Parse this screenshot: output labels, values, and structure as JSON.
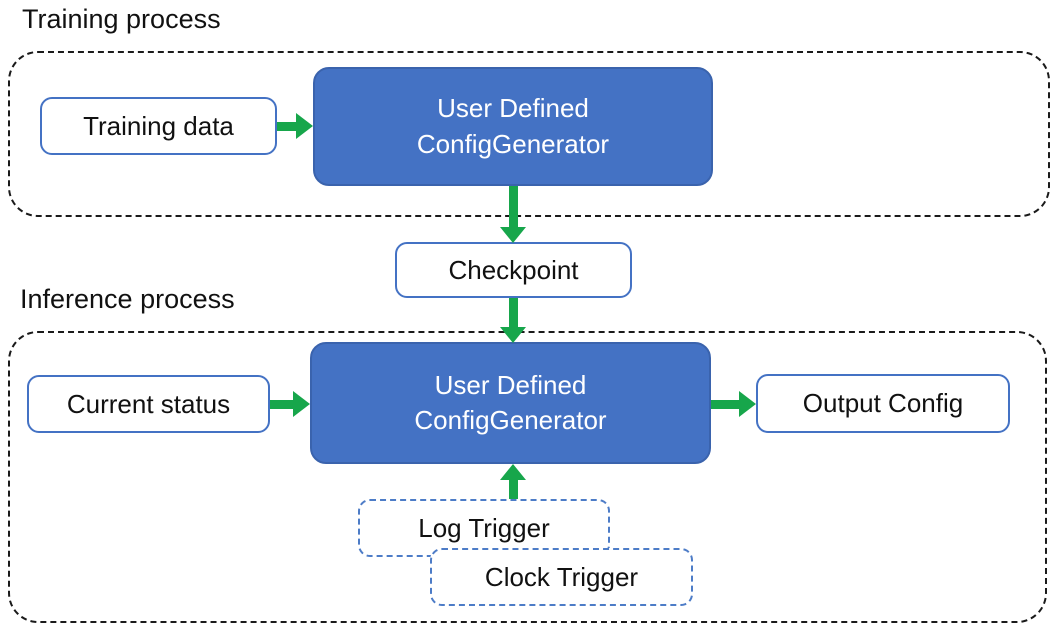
{
  "colors": {
    "accent_blue": "#4472C4",
    "box_border_blue": "#4472C4",
    "arrow_green": "#17A64B",
    "dashed_border_black": "#1a1a1a",
    "box_text_white": "#ffffff",
    "text_black": "#111111"
  },
  "sections": {
    "training": {
      "label": "Training process"
    },
    "inference": {
      "label": "Inference process"
    }
  },
  "nodes": {
    "training_data": {
      "label": "Training data"
    },
    "config_generator_training": {
      "line1": "User Defined",
      "line2": "ConfigGenerator"
    },
    "checkpoint": {
      "label": "Checkpoint"
    },
    "current_status": {
      "label": "Current status"
    },
    "config_generator_inference": {
      "line1": "User Defined",
      "line2": "ConfigGenerator"
    },
    "output_config": {
      "label": "Output Config"
    },
    "log_trigger": {
      "label": "Log Trigger"
    },
    "clock_trigger": {
      "label": "Clock Trigger"
    }
  }
}
